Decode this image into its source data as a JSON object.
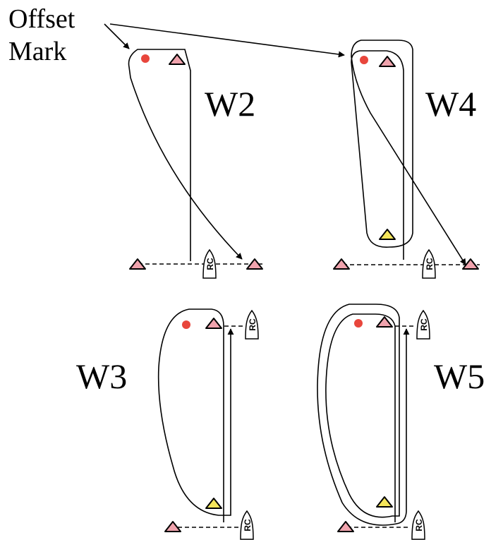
{
  "annotation": {
    "line1": "Offset",
    "line2": "Mark"
  },
  "courses": {
    "w2": "W2",
    "w4": "W4",
    "w3": "W3",
    "w5": "W5"
  },
  "boat_label": "RC",
  "colors": {
    "offset_mark": "#e8463c",
    "pink_mark": "#f0a3ad",
    "yellow_mark": "#f5e65b",
    "line": "#000000"
  },
  "icons": {
    "offset_mark": "red-dot-icon",
    "windward_mark": "pink-triangle-icon",
    "leeward_gate_mark": "pink-triangle-icon",
    "leeward_mark": "yellow-triangle-icon",
    "committee_boat": "committee-boat-icon"
  }
}
